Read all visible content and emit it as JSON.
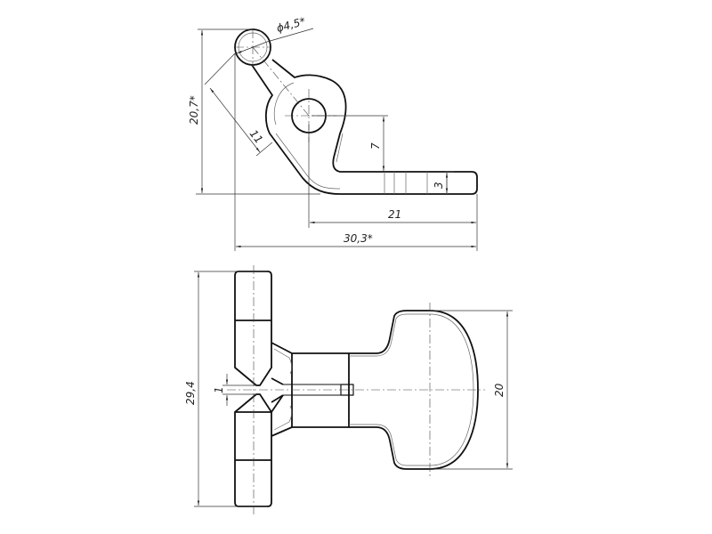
{
  "top_view": {
    "dims": {
      "diameter": "ϕ4,5*",
      "height": "20,7*",
      "arm_length": "11",
      "step": "7",
      "thickness": "3",
      "tab_length": "21",
      "overall_width": "30,3*"
    }
  },
  "bottom_view": {
    "dims": {
      "overall_height": "29,4",
      "gap": "1",
      "head_width": "20"
    }
  }
}
